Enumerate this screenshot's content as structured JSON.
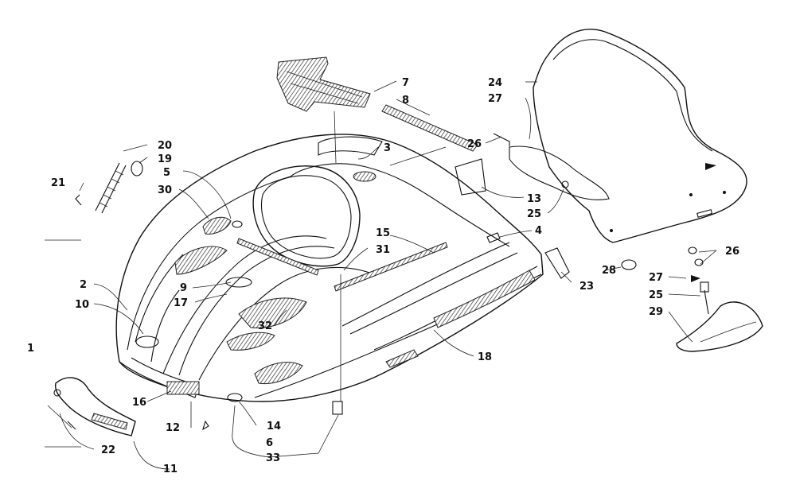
{
  "callouts": {
    "c1": "1",
    "c2": "2",
    "c3": "3",
    "c4": "4",
    "c5": "5",
    "c6": "6",
    "c7": "7",
    "c8": "8",
    "c9": "9",
    "c10": "10",
    "c11": "11",
    "c12": "12",
    "c13": "13",
    "c14": "14",
    "c15": "15",
    "c16": "16",
    "c17": "17",
    "c18": "18",
    "c19": "19",
    "c20": "20",
    "c21": "21",
    "c22": "22",
    "c23": "23",
    "c24": "24",
    "c25a": "25",
    "c25b": "25",
    "c26a": "26",
    "c26b": "26",
    "c27a": "27",
    "c27b": "27",
    "c28": "28",
    "c29": "29",
    "c30": "30",
    "c31": "31",
    "c32": "32",
    "c33": "33"
  }
}
